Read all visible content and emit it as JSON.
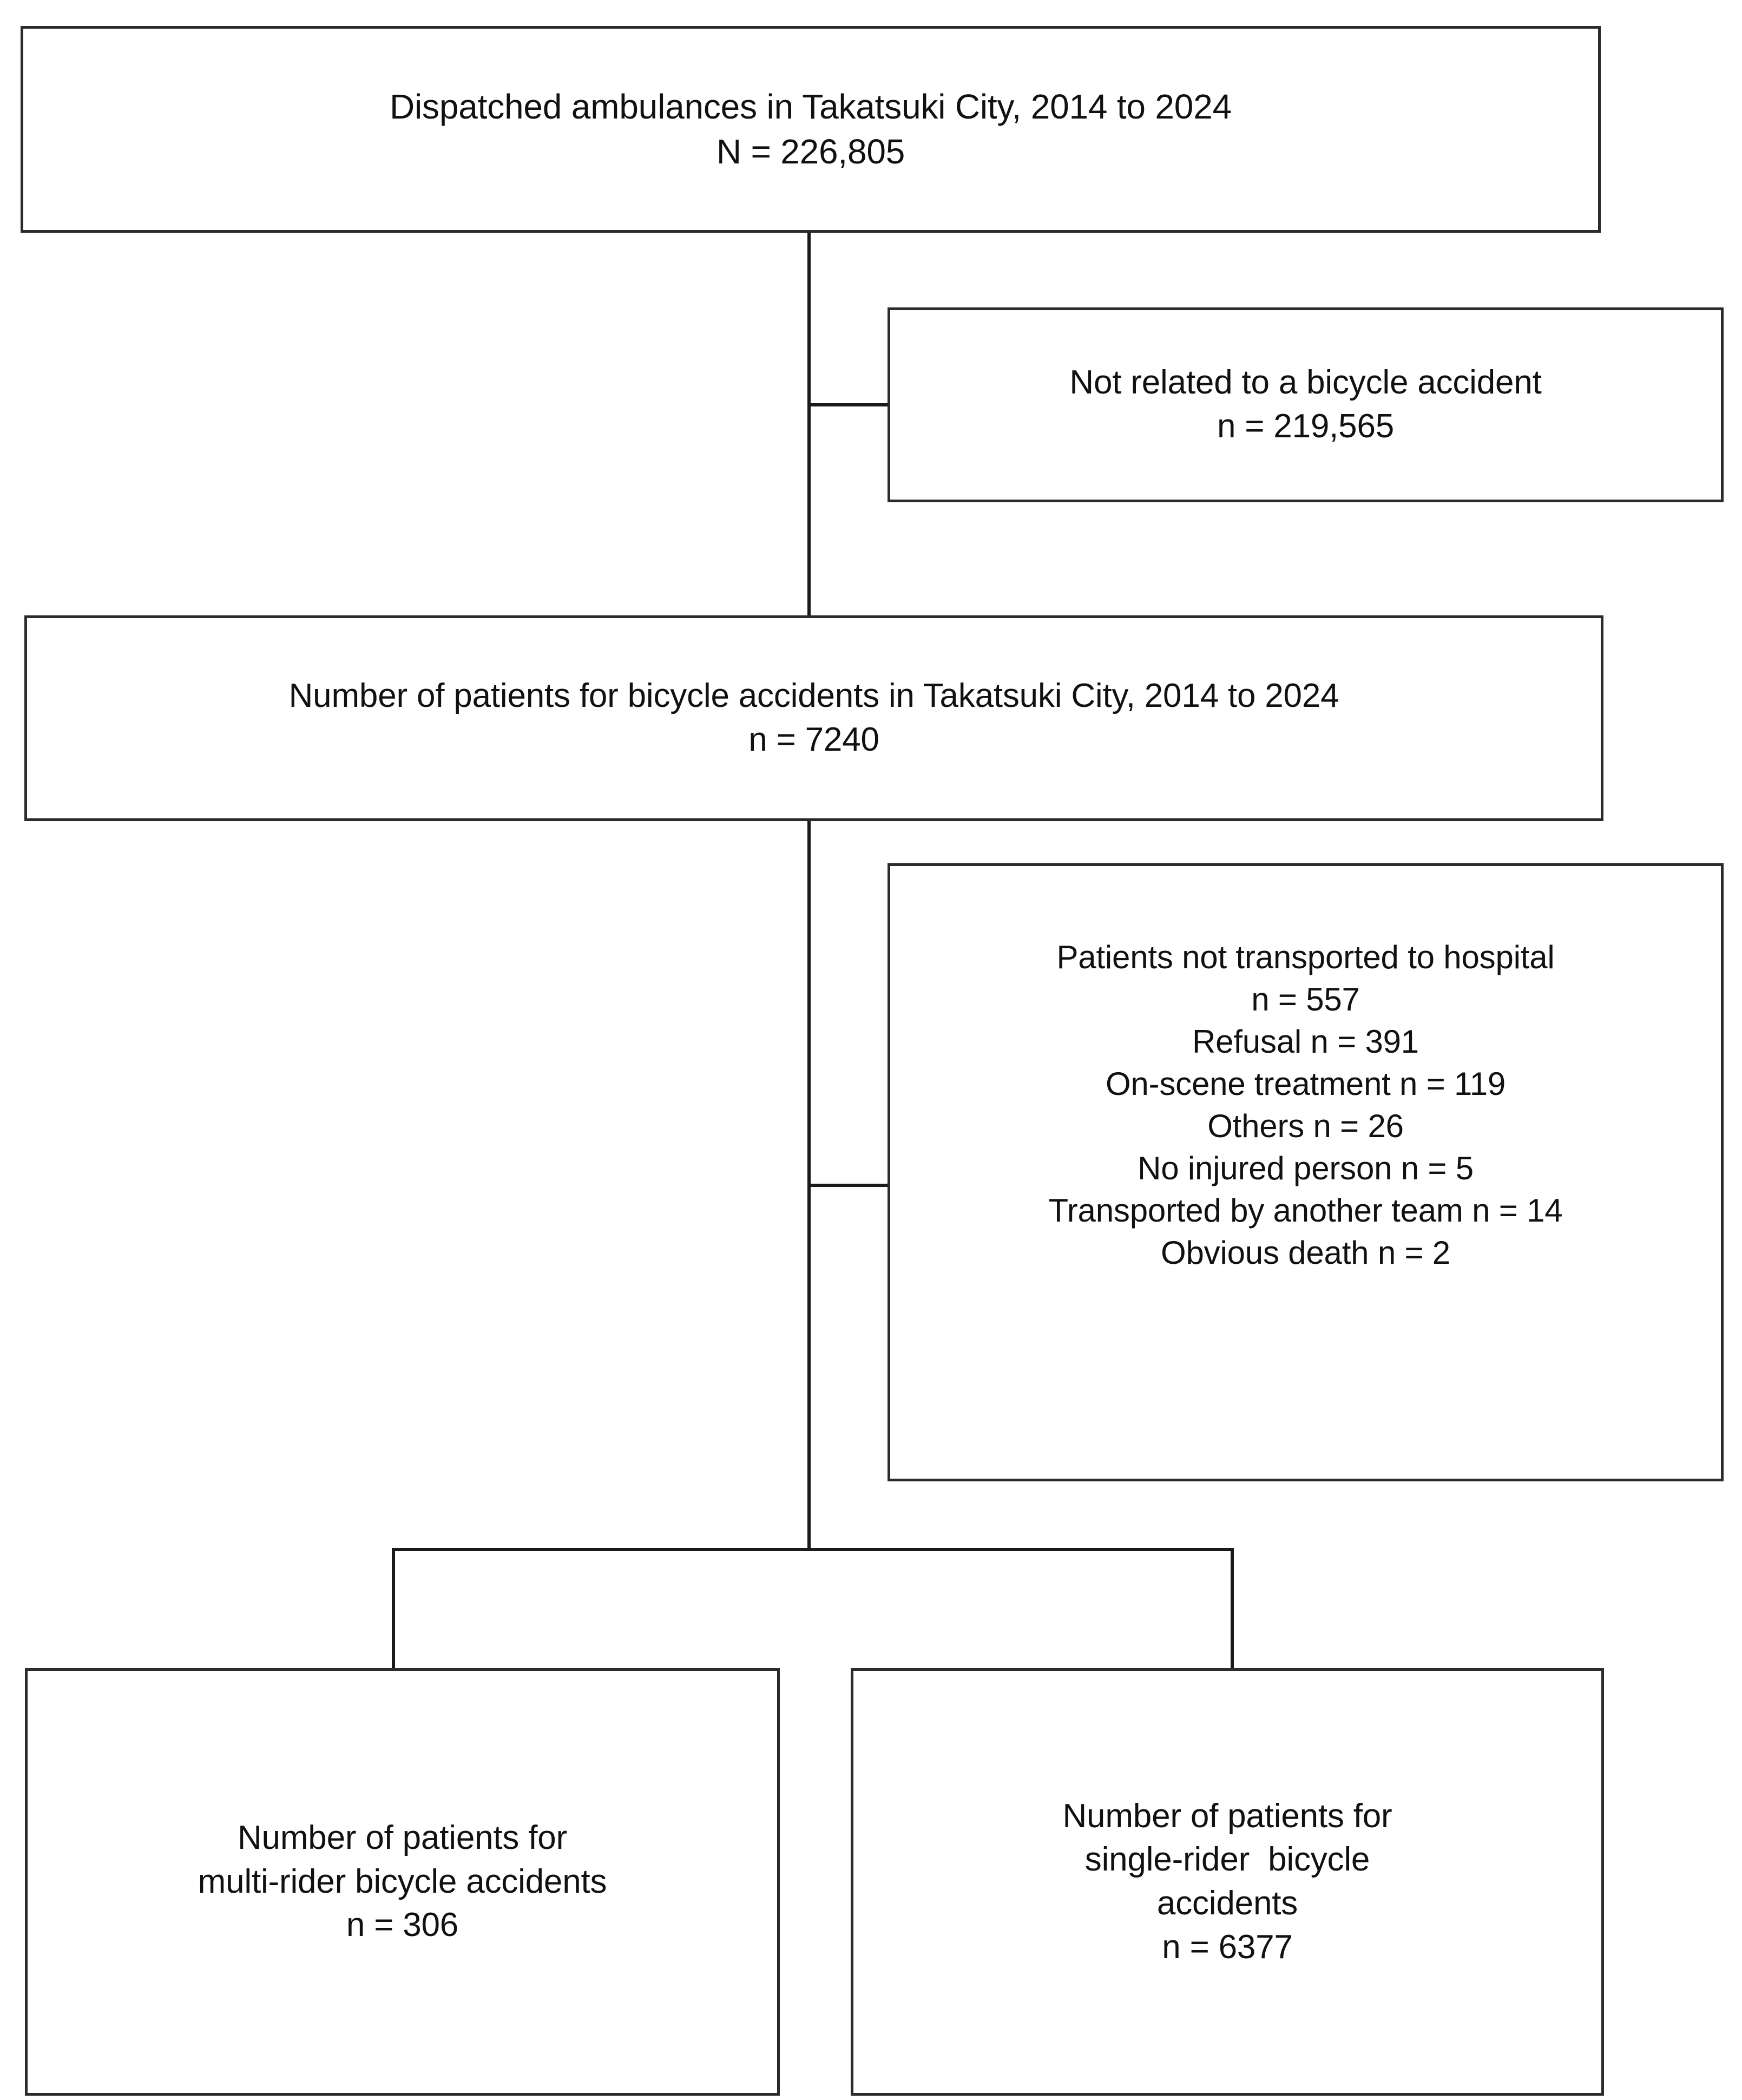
{
  "diagram": {
    "type": "study-flow-diagram",
    "nodes": {
      "source_population": {
        "lines": [
          "Dispatched ambulances in Takatsuki City, 2014 to 2024",
          "N = 226,805"
        ]
      },
      "excluded_not_bicycle": {
        "lines": [
          "Not related to a bicycle accident",
          "n = 219,565"
        ]
      },
      "bicycle_cohort": {
        "lines": [
          "Number of patients for bicycle accidents in Takatsuki City, 2014 to 2024",
          "n = 7240"
        ]
      },
      "excluded_not_transported": {
        "lines": [
          "Patients not transported to hospital",
          "n = 557",
          "Refusal n = 391",
          "On-scene treatment n = 119",
          "Others n = 26",
          "No injured person n = 5",
          "Transported by another team n = 14",
          "Obvious death n = 2"
        ]
      },
      "multi_rider": {
        "lines": [
          "Number of patients for",
          "multi-rider bicycle accidents",
          "n = 306"
        ]
      },
      "single_rider": {
        "lines": [
          "Number of patients for",
          "single-rider  bicycle",
          "accidents",
          "n = 6377"
        ]
      }
    },
    "counts": {
      "dispatched_total": 226805,
      "not_bicycle_related": 219565,
      "bicycle_patients": 7240,
      "not_transported_total": 557,
      "not_transported_refusal": 391,
      "not_transported_on_scene_treatment": 119,
      "not_transported_others": 26,
      "not_transported_no_injured_person": 5,
      "not_transported_another_team": 14,
      "not_transported_obvious_death": 2,
      "multi_rider_patients": 306,
      "single_rider_patients": 6377
    },
    "colors": {
      "background": "#ffffff",
      "box_border": "#2b2b2b",
      "connector": "#1a1a1a",
      "text": "#111111"
    }
  }
}
